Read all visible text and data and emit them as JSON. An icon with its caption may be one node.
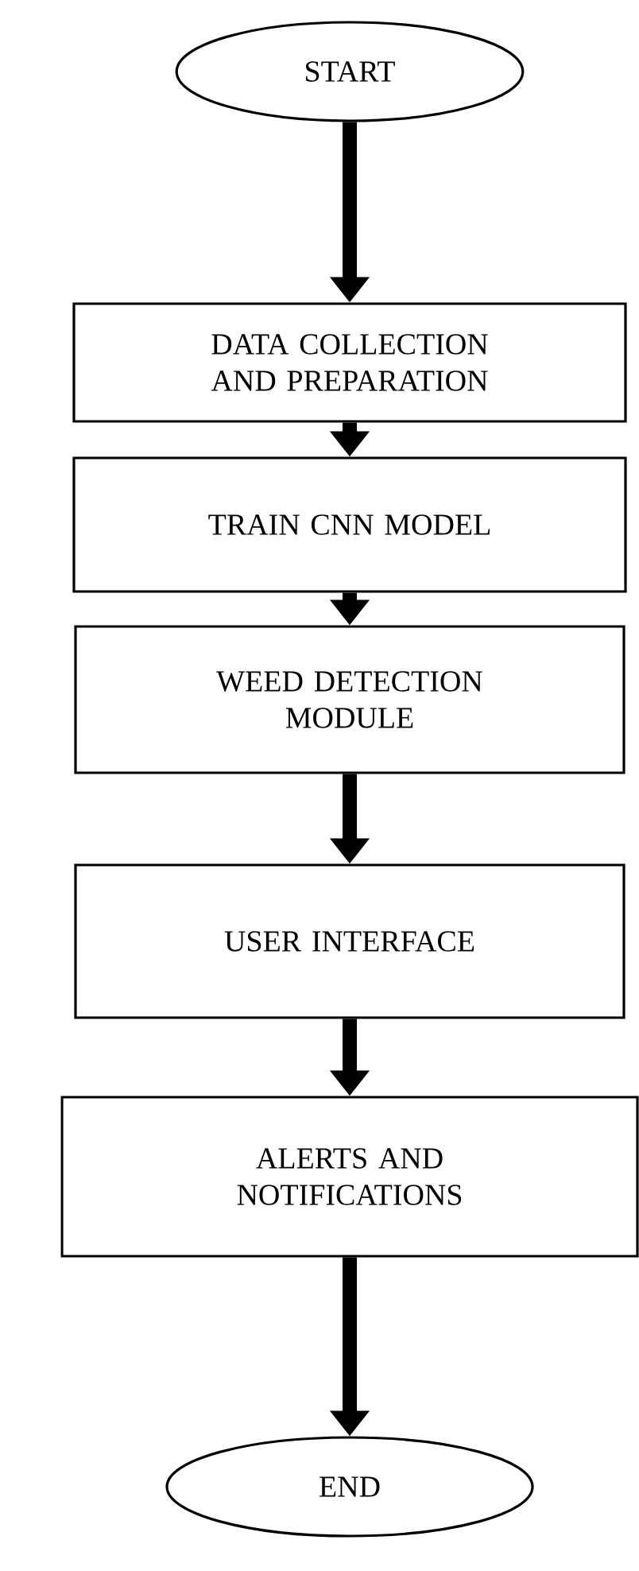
{
  "diagram": {
    "nodes": [
      {
        "text": [
          "START"
        ]
      },
      {
        "text": [
          "DATA COLLECTION AND PREPARATION"
        ]
      },
      {
        "text": [
          "TRAIN CNN MODEL"
        ]
      },
      {
        "text": [
          "WEED DETECTION MODULE"
        ]
      },
      {
        "text": [
          "USER INTERFACE"
        ]
      },
      {
        "text": [
          "ALERTS AND NOTIFICATIONS"
        ]
      },
      {
        "text": [
          "END"
        ]
      }
    ],
    "edges": [
      {
        "from": 0,
        "to": 1,
        "arrow": "to"
      },
      {
        "from": 1,
        "to": 2,
        "arrow": "to"
      },
      {
        "from": 2,
        "to": 3,
        "arrow": "to"
      },
      {
        "from": 3,
        "to": 4,
        "arrow": "to"
      },
      {
        "from": 4,
        "to": 5,
        "arrow": "to"
      },
      {
        "from": 5,
        "to": 6,
        "arrow": "to"
      }
    ]
  }
}
